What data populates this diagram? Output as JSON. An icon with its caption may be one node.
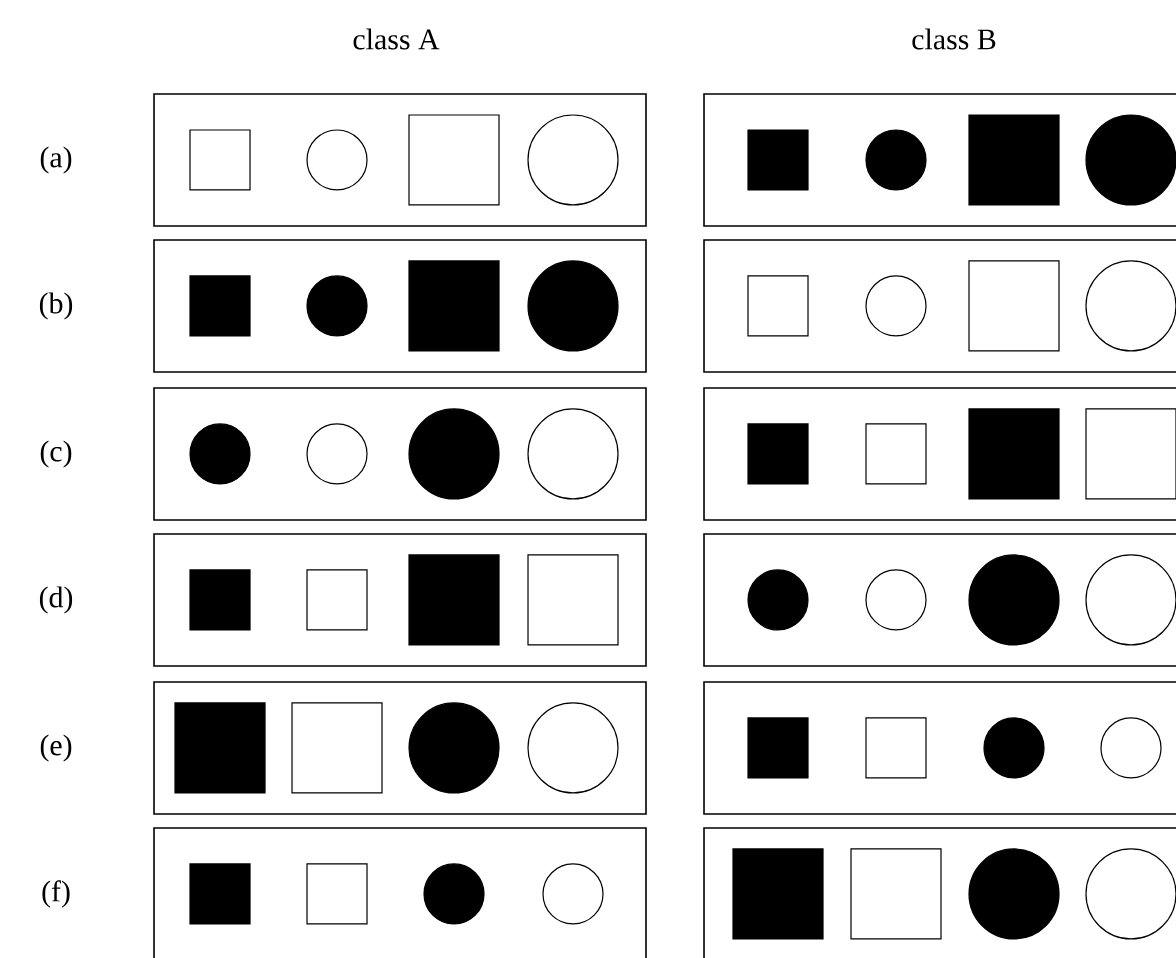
{
  "diagram": {
    "labels": [
      "class A",
      "class B",
      "(a)",
      "(b)",
      "(c)",
      "(d)",
      "(e)",
      "(f)"
    ]
  }
}
